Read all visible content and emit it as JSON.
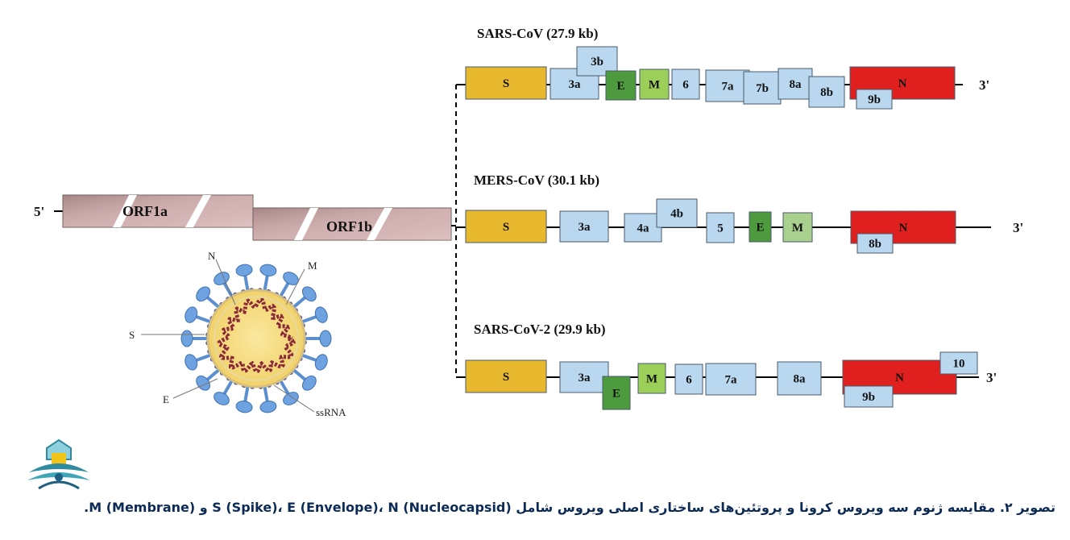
{
  "five_prime": "5'",
  "three_prime": "3'",
  "orf": {
    "orf1a": "ORF1a",
    "orf1b": "ORF1b"
  },
  "colors": {
    "spike": "#E8B82E",
    "accessory": "#B9D7EE",
    "envelope": "#4E9A3F",
    "membrane": "#9BCF5A",
    "membrane_mers": "#A9D08E",
    "nucleocapsid": "#E0201F",
    "orf": "#D6B5B5"
  },
  "genomes": [
    {
      "id": "sars",
      "title": "SARS-CoV (27.9 kb)",
      "genes": [
        {
          "label": "S",
          "type": "spike"
        },
        {
          "label": "3a",
          "type": "accessory"
        },
        {
          "label": "3b",
          "type": "accessory"
        },
        {
          "label": "E",
          "type": "envelope"
        },
        {
          "label": "M",
          "type": "membrane"
        },
        {
          "label": "6",
          "type": "accessory"
        },
        {
          "label": "7a",
          "type": "accessory"
        },
        {
          "label": "7b",
          "type": "accessory"
        },
        {
          "label": "8a",
          "type": "accessory"
        },
        {
          "label": "8b",
          "type": "accessory"
        },
        {
          "label": "N",
          "type": "nucleocapsid"
        },
        {
          "label": "9b",
          "type": "accessory"
        }
      ]
    },
    {
      "id": "mers",
      "title": "MERS-CoV (30.1 kb)",
      "genes": [
        {
          "label": "S",
          "type": "spike"
        },
        {
          "label": "3a",
          "type": "accessory"
        },
        {
          "label": "4a",
          "type": "accessory"
        },
        {
          "label": "4b",
          "type": "accessory"
        },
        {
          "label": "5",
          "type": "accessory"
        },
        {
          "label": "E",
          "type": "envelope"
        },
        {
          "label": "M",
          "type": "membrane_mers"
        },
        {
          "label": "N",
          "type": "nucleocapsid"
        },
        {
          "label": "8b",
          "type": "accessory"
        }
      ]
    },
    {
      "id": "sars2",
      "title": "SARS-CoV-2 (29.9 kb)",
      "genes": [
        {
          "label": "S",
          "type": "spike"
        },
        {
          "label": "3a",
          "type": "accessory"
        },
        {
          "label": "E",
          "type": "envelope"
        },
        {
          "label": "M",
          "type": "membrane"
        },
        {
          "label": "6",
          "type": "accessory"
        },
        {
          "label": "7a",
          "type": "accessory"
        },
        {
          "label": "8a",
          "type": "accessory"
        },
        {
          "label": "N",
          "type": "nucleocapsid"
        },
        {
          "label": "10",
          "type": "accessory"
        },
        {
          "label": "9b",
          "type": "accessory"
        }
      ]
    }
  ],
  "virion": {
    "n": "N",
    "m": "M",
    "s": "S",
    "e": "E",
    "ssrna": "ssRNA"
  },
  "caption": "تصویر ۲. مقایسه ژنوم سه ویروس کرونا و پروتئین‌های ساختاری اصلی ویروس شامل S (Spike)، E (Envelope)، N (Nucleocapsid) و M (Membrane)."
}
